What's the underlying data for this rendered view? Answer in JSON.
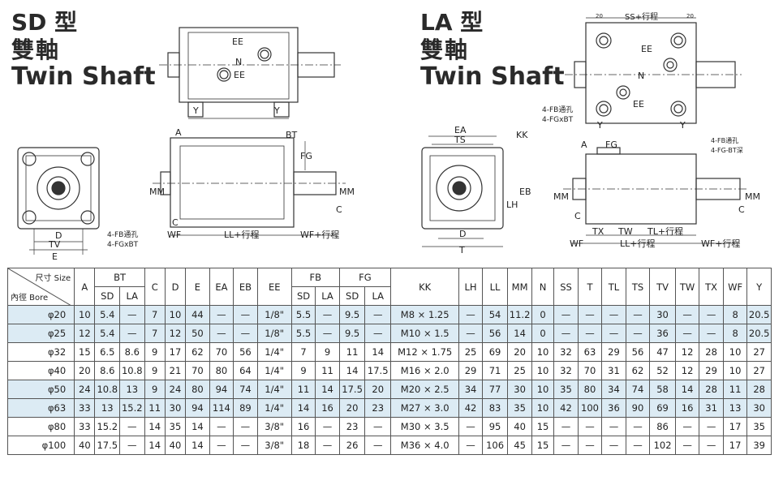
{
  "sd": {
    "model": "SD 型",
    "name_cn": "雙軸",
    "name_en": "Twin Shaft"
  },
  "la": {
    "model": "LA 型",
    "name_cn": "雙軸",
    "name_en": "Twin Shaft"
  },
  "drawing_labels": {
    "EE": "EE",
    "N": "N",
    "Y": "Y",
    "A": "A",
    "BT": "BT",
    "FG": "FG",
    "MM": "MM",
    "C": "C",
    "WF": "WF",
    "LL_stroke": "LL+行程",
    "WF_stroke": "WF+行程",
    "D": "D",
    "TV": "TV",
    "E": "E",
    "FB_thru": "4-FB通孔",
    "FGxBT": "4-FGxBT",
    "SS_stroke": "SS+行程",
    "dim20": "20",
    "EA": "EA",
    "TS": "TS",
    "KK": "KK",
    "LH": "LH",
    "EB": "EB",
    "T": "T",
    "TX": "TX",
    "TW": "TW",
    "TL_stroke": "TL+行程",
    "FB_thru_small": "4-FB通孔",
    "FGBT_depth": "4-FG-BT深"
  },
  "table": {
    "corner_top": "尺寸 Size",
    "corner_bottom": "內徑 Bore",
    "group_headers": {
      "A": "A",
      "BT": "BT",
      "C": "C",
      "D": "D",
      "E": "E",
      "EA": "EA",
      "EB": "EB",
      "EE": "EE",
      "FB": "FB",
      "FG": "FG",
      "KK": "KK",
      "LH": "LH",
      "LL": "LL",
      "MM": "MM",
      "N": "N",
      "SS": "SS",
      "T": "T",
      "TL": "TL",
      "TS": "TS",
      "TV": "TV",
      "TW": "TW",
      "TX": "TX",
      "WF": "WF",
      "Y": "Y"
    },
    "sub_headers": {
      "SD": "SD",
      "LA": "LA"
    },
    "rows": [
      [
        "φ20",
        "10",
        "5.4",
        "—",
        "7",
        "10",
        "44",
        "—",
        "—",
        "1/8\"",
        "5.5",
        "—",
        "9.5",
        "—",
        "M8 × 1.25",
        "—",
        "54",
        "11.2",
        "0",
        "—",
        "—",
        "—",
        "—",
        "30",
        "—",
        "—",
        "8",
        "20.5"
      ],
      [
        "φ25",
        "12",
        "5.4",
        "—",
        "7",
        "12",
        "50",
        "—",
        "—",
        "1/8\"",
        "5.5",
        "—",
        "9.5",
        "—",
        "M10 × 1.5",
        "—",
        "56",
        "14",
        "0",
        "—",
        "—",
        "—",
        "—",
        "36",
        "—",
        "—",
        "8",
        "20.5"
      ],
      [
        "φ32",
        "15",
        "6.5",
        "8.6",
        "9",
        "17",
        "62",
        "70",
        "56",
        "1/4\"",
        "7",
        "9",
        "11",
        "14",
        "M12 × 1.75",
        "25",
        "69",
        "20",
        "10",
        "32",
        "63",
        "29",
        "56",
        "47",
        "12",
        "28",
        "10",
        "27"
      ],
      [
        "φ40",
        "20",
        "8.6",
        "10.8",
        "9",
        "21",
        "70",
        "80",
        "64",
        "1/4\"",
        "9",
        "11",
        "14",
        "17.5",
        "M16 × 2.0",
        "29",
        "71",
        "25",
        "10",
        "32",
        "70",
        "31",
        "62",
        "52",
        "12",
        "29",
        "10",
        "27"
      ],
      [
        "φ50",
        "24",
        "10.8",
        "13",
        "9",
        "24",
        "80",
        "94",
        "74",
        "1/4\"",
        "11",
        "14",
        "17.5",
        "20",
        "M20 × 2.5",
        "34",
        "77",
        "30",
        "10",
        "35",
        "80",
        "34",
        "74",
        "58",
        "14",
        "28",
        "11",
        "28"
      ],
      [
        "φ63",
        "33",
        "13",
        "15.2",
        "11",
        "30",
        "94",
        "114",
        "89",
        "1/4\"",
        "14",
        "16",
        "20",
        "23",
        "M27 × 3.0",
        "42",
        "83",
        "35",
        "10",
        "42",
        "100",
        "36",
        "90",
        "69",
        "16",
        "31",
        "13",
        "30"
      ],
      [
        "φ80",
        "33",
        "15.2",
        "—",
        "14",
        "35",
        "14",
        "—",
        "—",
        "3/8\"",
        "16",
        "—",
        "23",
        "—",
        "M30 × 3.5",
        "—",
        "95",
        "40",
        "15",
        "—",
        "—",
        "—",
        "—",
        "86",
        "—",
        "—",
        "17",
        "35"
      ],
      [
        "φ100",
        "40",
        "17.5",
        "—",
        "14",
        "40",
        "14",
        "—",
        "—",
        "3/8\"",
        "18",
        "—",
        "26",
        "—",
        "M36 × 4.0",
        "—",
        "106",
        "45",
        "15",
        "—",
        "—",
        "—",
        "—",
        "102",
        "—",
        "—",
        "17",
        "39"
      ]
    ],
    "highlight_rows": [
      0,
      1,
      4,
      5
    ]
  }
}
